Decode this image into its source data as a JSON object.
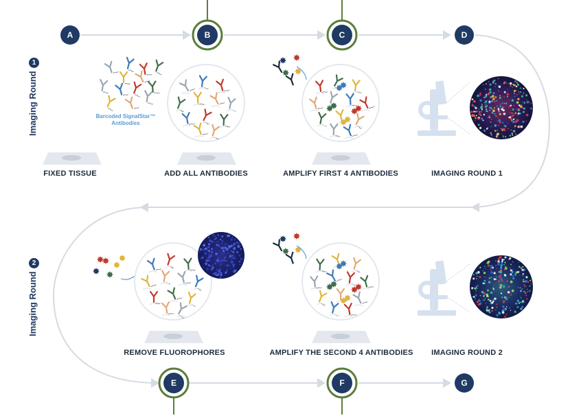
{
  "steps": [
    {
      "letter": "A",
      "label": "FIXED TISSUE"
    },
    {
      "letter": "B",
      "label": "ADD ALL ANTIBODIES"
    },
    {
      "letter": "C",
      "label": "AMPLIFY FIRST 4 ANTIBODIES"
    },
    {
      "letter": "D",
      "label": "IMAGING ROUND 1"
    },
    {
      "letter": "E",
      "label": "REMOVE FLUOROPHORES"
    },
    {
      "letter": "F",
      "label": "AMPLIFY THE SECOND 4 ANTIBODIES"
    },
    {
      "letter": "G",
      "label": "IMAGING ROUND 2"
    }
  ],
  "round_labels": {
    "round1": "Imaging Round",
    "round1_num": "1",
    "round2": "Imaging Round",
    "round2_num": "2"
  },
  "caption": {
    "line1": "Barcoded SignalStar™",
    "line2": "Antibodies"
  },
  "colors": {
    "navy": "#1f3a63",
    "green_ring": "#5b7d3a",
    "arrow_gray": "#d5dbe3",
    "caption_blue": "#5b9bd1",
    "antibody_gray": "#9aa5b1",
    "antibody_blue": "#3d7ab8",
    "antibody_red": "#c0392b",
    "antibody_green": "#3f6e4a",
    "antibody_yellow": "#e0b53a",
    "antibody_tan": "#e2a873"
  },
  "icons": [
    "microscope-icon",
    "antibody-icon",
    "tissue-slide-icon",
    "fluorophore-icon"
  ]
}
